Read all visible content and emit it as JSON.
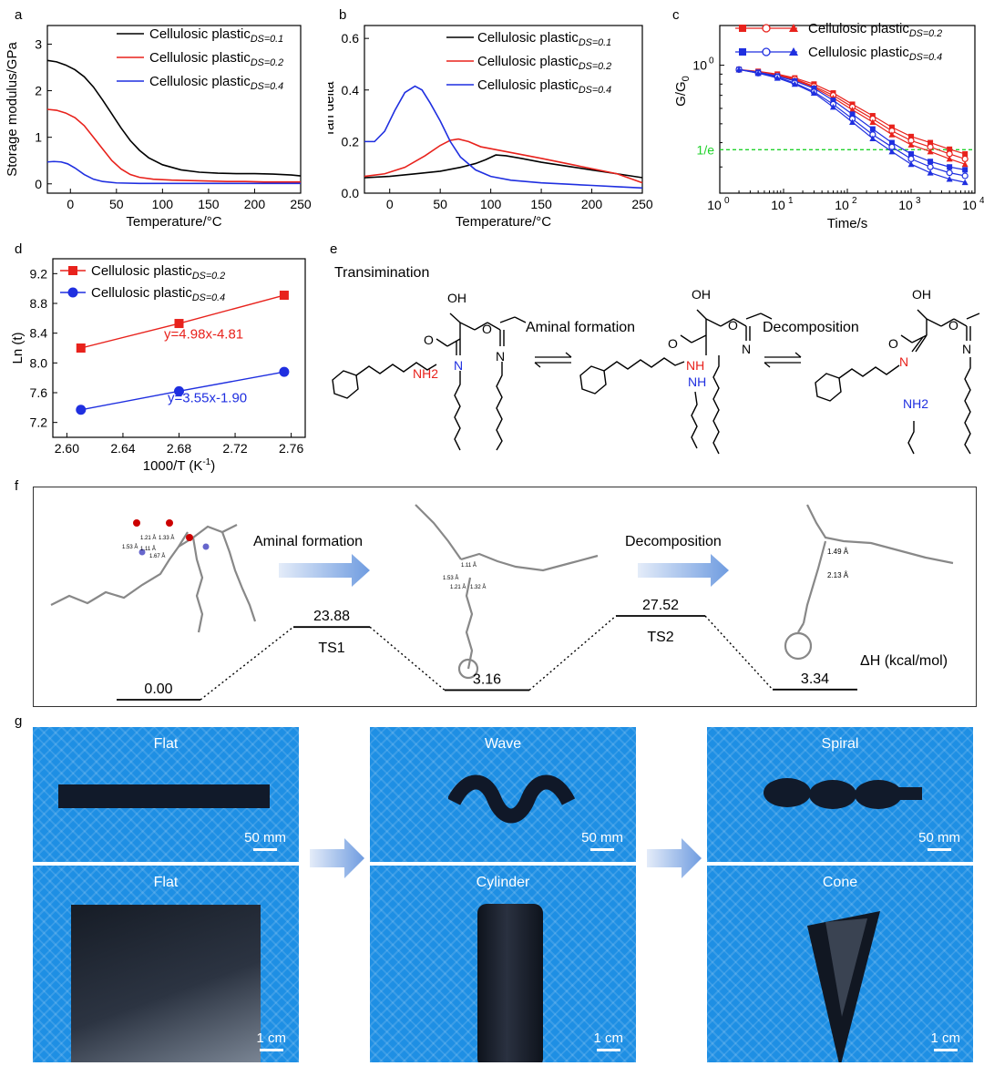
{
  "panels": {
    "a": "a",
    "b": "b",
    "c": "c",
    "d": "d",
    "e": "e",
    "f": "f",
    "g": "g"
  },
  "chart_data": [
    {
      "type": "line",
      "id": "a",
      "xlabel": "Temperature/°C",
      "ylabel": "Storage modulus/GPa",
      "xlim": [
        -25,
        250
      ],
      "ylim": [
        -0.2,
        3.4
      ],
      "xticks": [
        0,
        50,
        100,
        150,
        200,
        250
      ],
      "yticks": [
        0,
        1,
        2,
        3
      ],
      "legend": "top-right",
      "series": [
        {
          "name": "Cellulosic plastic",
          "sub": "DS=0.1",
          "color": "#000000",
          "x": [
            -25,
            -15,
            -5,
            5,
            15,
            25,
            35,
            45,
            55,
            65,
            75,
            85,
            100,
            120,
            140,
            160,
            180,
            200,
            220,
            240,
            250
          ],
          "y": [
            2.65,
            2.62,
            2.55,
            2.45,
            2.3,
            2.08,
            1.8,
            1.5,
            1.2,
            0.93,
            0.72,
            0.56,
            0.41,
            0.3,
            0.25,
            0.23,
            0.22,
            0.22,
            0.21,
            0.19,
            0.17
          ]
        },
        {
          "name": "Cellulosic plastic",
          "sub": "DS=0.2",
          "color": "#e8221c",
          "x": [
            -25,
            -15,
            -5,
            5,
            15,
            25,
            35,
            45,
            55,
            65,
            75,
            90,
            110,
            130,
            150,
            170,
            190,
            210,
            230,
            250
          ],
          "y": [
            1.6,
            1.58,
            1.52,
            1.42,
            1.25,
            1.0,
            0.75,
            0.5,
            0.32,
            0.2,
            0.14,
            0.1,
            0.08,
            0.07,
            0.06,
            0.05,
            0.05,
            0.04,
            0.04,
            0.04
          ]
        },
        {
          "name": "Cellulosic plastic",
          "sub": "DS=0.4",
          "color": "#1f2fe0",
          "x": [
            -25,
            -18,
            -10,
            -3,
            5,
            15,
            25,
            35,
            50,
            75,
            100,
            150,
            200,
            250
          ],
          "y": [
            0.47,
            0.48,
            0.47,
            0.43,
            0.34,
            0.2,
            0.1,
            0.05,
            0.02,
            0.01,
            0.01,
            0.01,
            0.01,
            0.01
          ]
        }
      ]
    },
    {
      "type": "line",
      "id": "b",
      "xlabel": "Temperature/°C",
      "ylabel": "Tan delta",
      "xlim": [
        -25,
        250
      ],
      "ylim": [
        0,
        0.65
      ],
      "xticks": [
        0,
        50,
        100,
        150,
        200,
        250
      ],
      "yticks": [
        0.0,
        0.2,
        0.4,
        0.6
      ],
      "legend": "top-right",
      "series": [
        {
          "name": "Cellulosic plastic",
          "sub": "DS=0.1",
          "color": "#000000",
          "x": [
            -25,
            0,
            25,
            50,
            70,
            85,
            95,
            105,
            115,
            130,
            150,
            175,
            200,
            225,
            250
          ],
          "y": [
            0.06,
            0.065,
            0.075,
            0.085,
            0.1,
            0.115,
            0.13,
            0.148,
            0.145,
            0.135,
            0.12,
            0.105,
            0.09,
            0.075,
            0.06
          ]
        },
        {
          "name": "Cellulosic plastic",
          "sub": "DS=0.2",
          "color": "#e8221c",
          "x": [
            -25,
            -5,
            15,
            35,
            50,
            60,
            68,
            78,
            90,
            110,
            130,
            150,
            175,
            200,
            225,
            250
          ],
          "y": [
            0.065,
            0.075,
            0.1,
            0.145,
            0.185,
            0.205,
            0.21,
            0.2,
            0.18,
            0.165,
            0.15,
            0.135,
            0.115,
            0.095,
            0.075,
            0.04
          ]
        },
        {
          "name": "Cellulosic plastic",
          "sub": "DS=0.4",
          "color": "#1f2fe0",
          "x": [
            -25,
            -15,
            -5,
            5,
            15,
            25,
            32,
            40,
            50,
            60,
            70,
            85,
            100,
            120,
            150,
            175,
            200,
            225,
            250
          ],
          "y": [
            0.2,
            0.2,
            0.24,
            0.32,
            0.39,
            0.415,
            0.4,
            0.35,
            0.28,
            0.2,
            0.14,
            0.09,
            0.065,
            0.05,
            0.04,
            0.035,
            0.03,
            0.025,
            0.02
          ]
        }
      ]
    },
    {
      "type": "scatter",
      "id": "c",
      "xlabel": "Time/s",
      "ylabel": "G/G0",
      "xscale": "log",
      "yscale": "log",
      "xlim": [
        1,
        10000
      ],
      "ylim": [
        0.22,
        1.6
      ],
      "xtick_labels": [
        "10^0",
        "10^1",
        "10^2",
        "10^3",
        "10^4"
      ],
      "ytick_labels": [
        "10^0"
      ],
      "hline": {
        "y": 0.3679,
        "label": "1/e",
        "color": "#1fd22a"
      },
      "legend": "top-right",
      "series": [
        {
          "name": "Cellulosic plastic",
          "sub": "DS=0.2",
          "color": "#e8221c",
          "x": [
            2,
            4,
            8,
            15,
            30,
            60,
            120,
            250,
            500,
            1000,
            2000,
            4000,
            7000
          ],
          "curves": [
            [
              0.95,
              0.93,
              0.9,
              0.86,
              0.8,
              0.72,
              0.63,
              0.55,
              0.48,
              0.43,
              0.4,
              0.37,
              0.35
            ],
            [
              0.95,
              0.92,
              0.89,
              0.85,
              0.78,
              0.7,
              0.61,
              0.53,
              0.46,
              0.41,
              0.38,
              0.35,
              0.33
            ],
            [
              0.95,
              0.92,
              0.88,
              0.84,
              0.77,
              0.68,
              0.59,
              0.51,
              0.44,
              0.39,
              0.36,
              0.33,
              0.31
            ]
          ]
        },
        {
          "name": "Cellulosic plastic",
          "sub": "DS=0.4",
          "color": "#1f2fe0",
          "x": [
            2,
            4,
            8,
            15,
            30,
            60,
            120,
            250,
            500,
            1000,
            2000,
            4000,
            7000
          ],
          "curves": [
            [
              0.95,
              0.92,
              0.88,
              0.83,
              0.76,
              0.66,
              0.56,
              0.47,
              0.4,
              0.35,
              0.32,
              0.3,
              0.29
            ],
            [
              0.95,
              0.91,
              0.87,
              0.81,
              0.73,
              0.63,
              0.53,
              0.44,
              0.38,
              0.33,
              0.3,
              0.28,
              0.27
            ],
            [
              0.95,
              0.91,
              0.86,
              0.8,
              0.72,
              0.61,
              0.51,
              0.42,
              0.36,
              0.31,
              0.28,
              0.26,
              0.25
            ]
          ]
        }
      ]
    },
    {
      "type": "scatter",
      "id": "d",
      "xlabel": "1000/T (K-1)",
      "ylabel": "Ln (t)",
      "xlim": [
        2.59,
        2.77
      ],
      "ylim": [
        7.0,
        9.4
      ],
      "xticks": [
        2.6,
        2.64,
        2.68,
        2.72,
        2.76
      ],
      "yticks": [
        7.2,
        7.6,
        8.0,
        8.4,
        8.8,
        9.2
      ],
      "legend": "top-left",
      "series": [
        {
          "name": "Cellulosic plastic",
          "sub": "DS=0.2",
          "color": "#e8221c",
          "marker": "square",
          "x": [
            2.61,
            2.68,
            2.755
          ],
          "y": [
            8.2,
            8.53,
            8.91
          ],
          "fit": "y=4.98x-4.81"
        },
        {
          "name": "Cellulosic plastic",
          "sub": "DS=0.4",
          "color": "#1f2fe0",
          "marker": "circle",
          "x": [
            2.61,
            2.68,
            2.755
          ],
          "y": [
            7.37,
            7.62,
            7.88
          ],
          "fit": "y=3.55x-1.90"
        }
      ]
    }
  ],
  "scheme_e": {
    "title": "Transimination",
    "step1": "Aminal formation",
    "step2": "Decomposition",
    "nh2": "NH2",
    "nh": "NH",
    "n": "N",
    "oh": "OH",
    "o": "O"
  },
  "energy_f": {
    "step1": "Aminal formation",
    "step2": "Decomposition",
    "unit": "ΔH (kcal/mol)",
    "levels": [
      {
        "value": "0.00",
        "label": ""
      },
      {
        "value": "23.88",
        "label": "TS1"
      },
      {
        "value": "3.16",
        "label": ""
      },
      {
        "value": "27.52",
        "label": "TS2"
      },
      {
        "value": "3.34",
        "label": ""
      }
    ],
    "bond_labels": [
      "1.21 Å",
      "1.33 Å",
      "1.53 Å",
      "1.11 Å",
      "1.67 Å",
      "1.11 Å",
      "1.53 Å",
      "1.21 Å",
      "1.32 Å",
      "1.49 Å",
      "2.13 Å"
    ]
  },
  "photos_g": {
    "top": [
      {
        "title": "Flat",
        "scale": "50 mm"
      },
      {
        "title": "Wave",
        "scale": "50 mm"
      },
      {
        "title": "Spiral",
        "scale": "50 mm"
      }
    ],
    "bottom": [
      {
        "title": "Flat",
        "scale": "1 cm"
      },
      {
        "title": "Cylinder",
        "scale": "1 cm"
      },
      {
        "title": "Cone",
        "scale": "1 cm"
      }
    ]
  },
  "colors": {
    "red": "#e8221c",
    "blue": "#1f2fe0",
    "green": "#1fd22a",
    "photo_blue": "#1e8fe4"
  }
}
